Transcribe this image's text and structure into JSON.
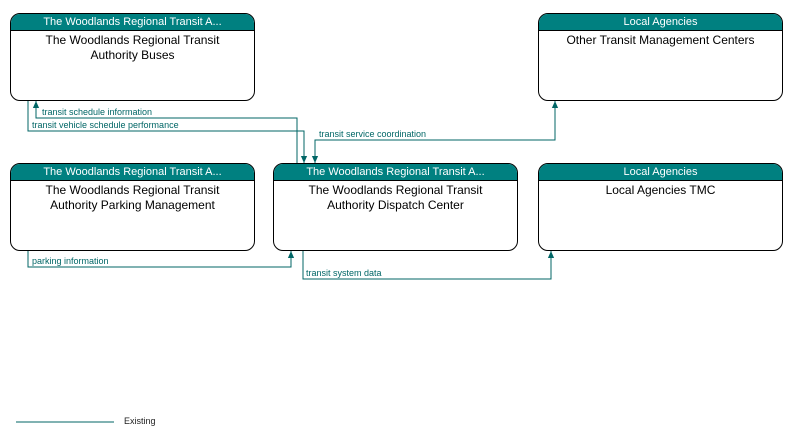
{
  "diagram": {
    "boxes": [
      {
        "id": "woodlands-buses",
        "header": "The Woodlands Regional Transit A...",
        "body": "The Woodlands Regional Transit Authority Buses"
      },
      {
        "id": "other-tmc",
        "header": "Local Agencies",
        "body": "Other Transit Management Centers"
      },
      {
        "id": "woodlands-parking",
        "header": "The Woodlands Regional Transit A...",
        "body": "The Woodlands Regional Transit Authority Parking Management"
      },
      {
        "id": "woodlands-dispatch",
        "header": "The Woodlands Regional Transit A...",
        "body": "The Woodlands Regional Transit Authority Dispatch Center"
      },
      {
        "id": "local-agencies-tmc",
        "header": "Local Agencies",
        "body": "Local Agencies TMC"
      }
    ],
    "flows": [
      {
        "label": "transit schedule information",
        "from": "woodlands-dispatch",
        "to": "woodlands-buses"
      },
      {
        "label": "transit vehicle schedule performance",
        "from": "woodlands-buses",
        "to": "woodlands-dispatch"
      },
      {
        "label": "transit service coordination",
        "from": "woodlands-dispatch",
        "to": "other-tmc"
      },
      {
        "label": "parking information",
        "from": "woodlands-parking",
        "to": "woodlands-dispatch"
      },
      {
        "label": "transit system data",
        "from": "woodlands-dispatch",
        "to": "local-agencies-tmc"
      }
    ],
    "legend": {
      "label": "Existing"
    },
    "colors": {
      "header_bg": "#008080",
      "header_text": "#ffffff",
      "line": "#006666",
      "label_text": "#006666"
    }
  }
}
